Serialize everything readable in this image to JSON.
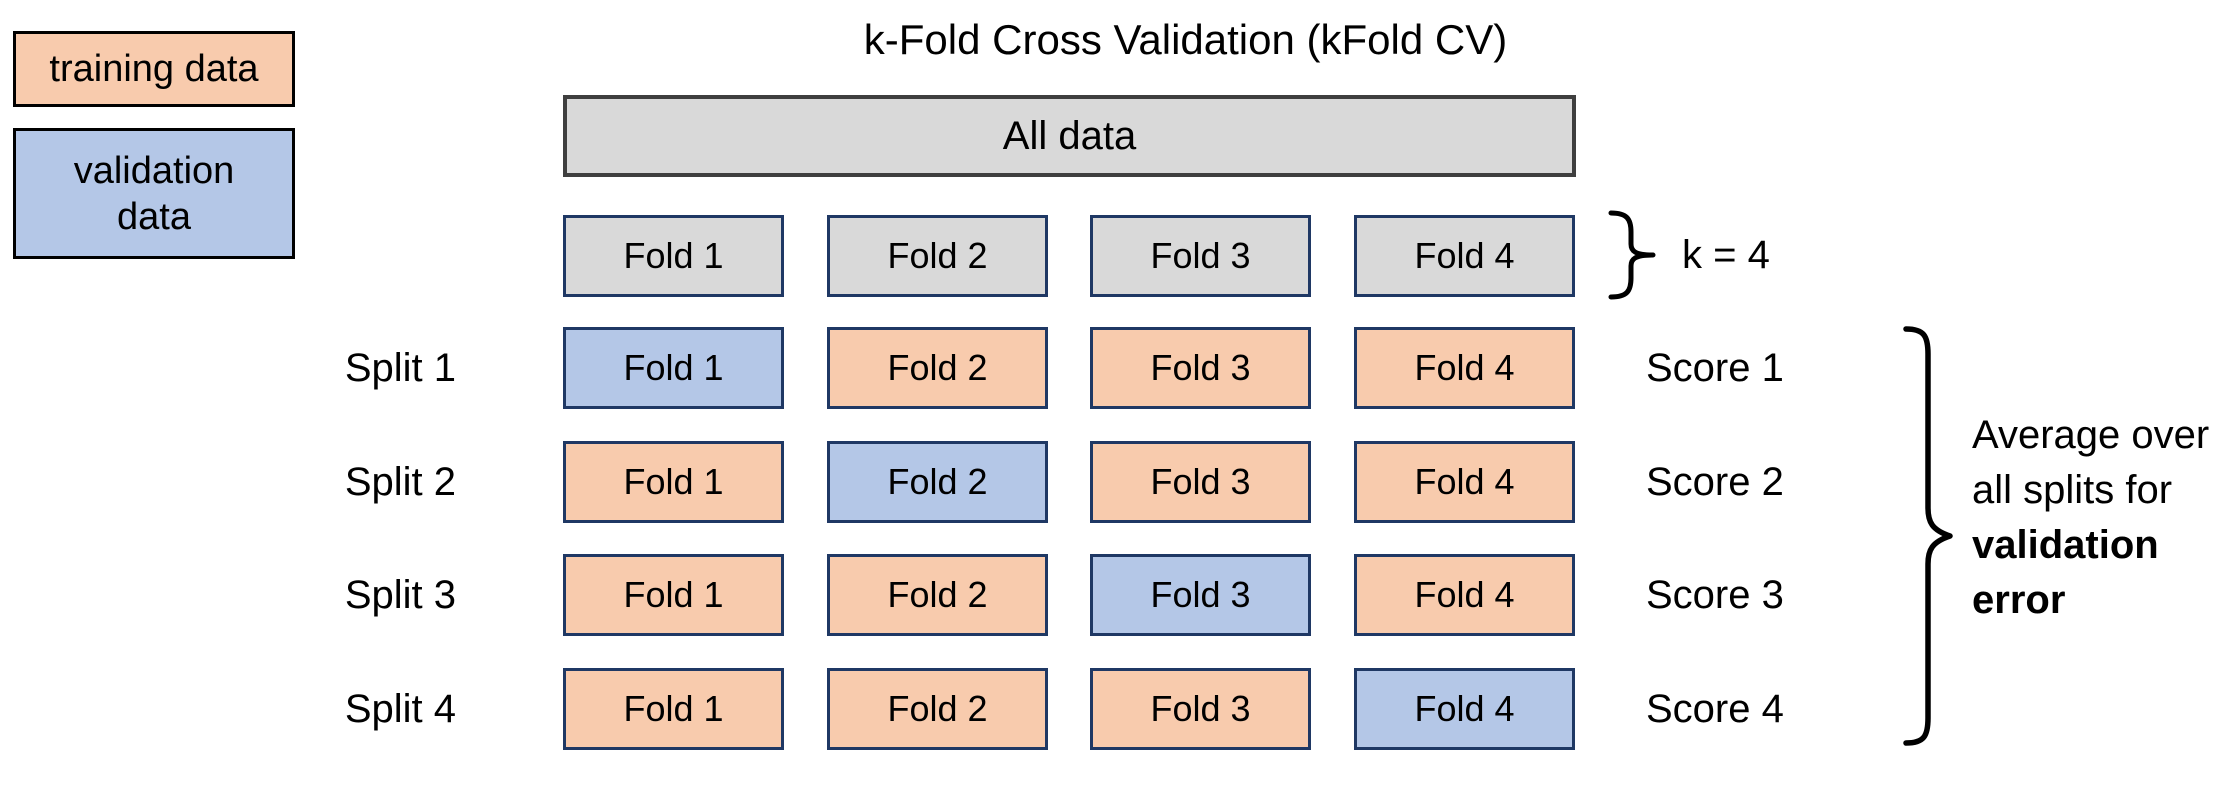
{
  "title": "k-Fold Cross Validation (kFold CV)",
  "legend": {
    "training_label": "training data",
    "validation_label": "validation data"
  },
  "all_data_label": "All data",
  "fold_row": {
    "cells": [
      "Fold 1",
      "Fold 2",
      "Fold 3",
      "Fold 4"
    ]
  },
  "k_annotation": "k = 4",
  "splits": [
    {
      "label": "Split 1",
      "score": "Score 1",
      "cells": [
        {
          "label": "Fold 1",
          "type": "validation"
        },
        {
          "label": "Fold 2",
          "type": "training"
        },
        {
          "label": "Fold 3",
          "type": "training"
        },
        {
          "label": "Fold 4",
          "type": "training"
        }
      ]
    },
    {
      "label": "Split 2",
      "score": "Score 2",
      "cells": [
        {
          "label": "Fold 1",
          "type": "training"
        },
        {
          "label": "Fold 2",
          "type": "validation"
        },
        {
          "label": "Fold 3",
          "type": "training"
        },
        {
          "label": "Fold 4",
          "type": "training"
        }
      ]
    },
    {
      "label": "Split 3",
      "score": "Score 3",
      "cells": [
        {
          "label": "Fold 1",
          "type": "training"
        },
        {
          "label": "Fold 2",
          "type": "training"
        },
        {
          "label": "Fold 3",
          "type": "validation"
        },
        {
          "label": "Fold 4",
          "type": "training"
        }
      ]
    },
    {
      "label": "Split 4",
      "score": "Score 4",
      "cells": [
        {
          "label": "Fold 1",
          "type": "training"
        },
        {
          "label": "Fold 2",
          "type": "training"
        },
        {
          "label": "Fold 3",
          "type": "training"
        },
        {
          "label": "Fold 4",
          "type": "validation"
        }
      ]
    }
  ],
  "average_note": {
    "lines": [
      {
        "text": "Average over",
        "bold": false
      },
      {
        "text": "all splits for",
        "bold": false
      },
      {
        "text": "validation",
        "bold": true
      },
      {
        "text": "error",
        "bold": true
      }
    ]
  },
  "colors": {
    "training": "#F8CBAD",
    "validation": "#B4C7E7",
    "neutral": "#D9D9D9",
    "fold_border": "#1F3864",
    "all_data_border": "#3F3F3F",
    "legend_border": "#000000",
    "text": "#000000"
  }
}
